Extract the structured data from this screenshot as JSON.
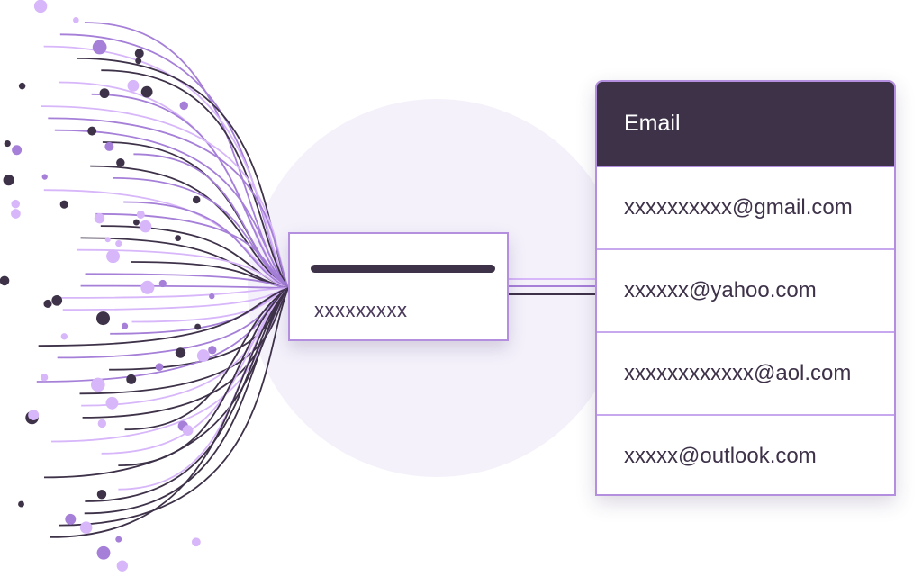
{
  "colors": {
    "dark": "#3e3249",
    "purple": "#a57fd8",
    "light": "#d7b6fa",
    "circle": "#f4f1fb"
  },
  "card": {
    "value": "xxxxxxxxx"
  },
  "table": {
    "header": "Email",
    "rows": [
      "xxxxxxxxxx@gmail.com",
      "xxxxxx@yahoo.com",
      "xxxxxxxxxxxx@aol.com",
      "xxxxx@outlook.com"
    ]
  }
}
